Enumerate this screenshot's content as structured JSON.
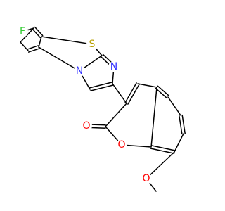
{
  "structure": {
    "atoms": [
      {
        "id": "F",
        "label": "F",
        "color": "#33cc33"
      },
      {
        "id": "S",
        "label": "S",
        "color": "#b8a000"
      },
      {
        "id": "N1",
        "label": "N",
        "color": "#3333ff"
      },
      {
        "id": "N2",
        "label": "N",
        "color": "#3333ff"
      },
      {
        "id": "O_carbonyl",
        "label": "O",
        "color": "#ff0000"
      },
      {
        "id": "O_ring",
        "label": "O",
        "color": "#ff0000"
      },
      {
        "id": "O_methoxy",
        "label": "O",
        "color": "#ff0000"
      }
    ]
  }
}
